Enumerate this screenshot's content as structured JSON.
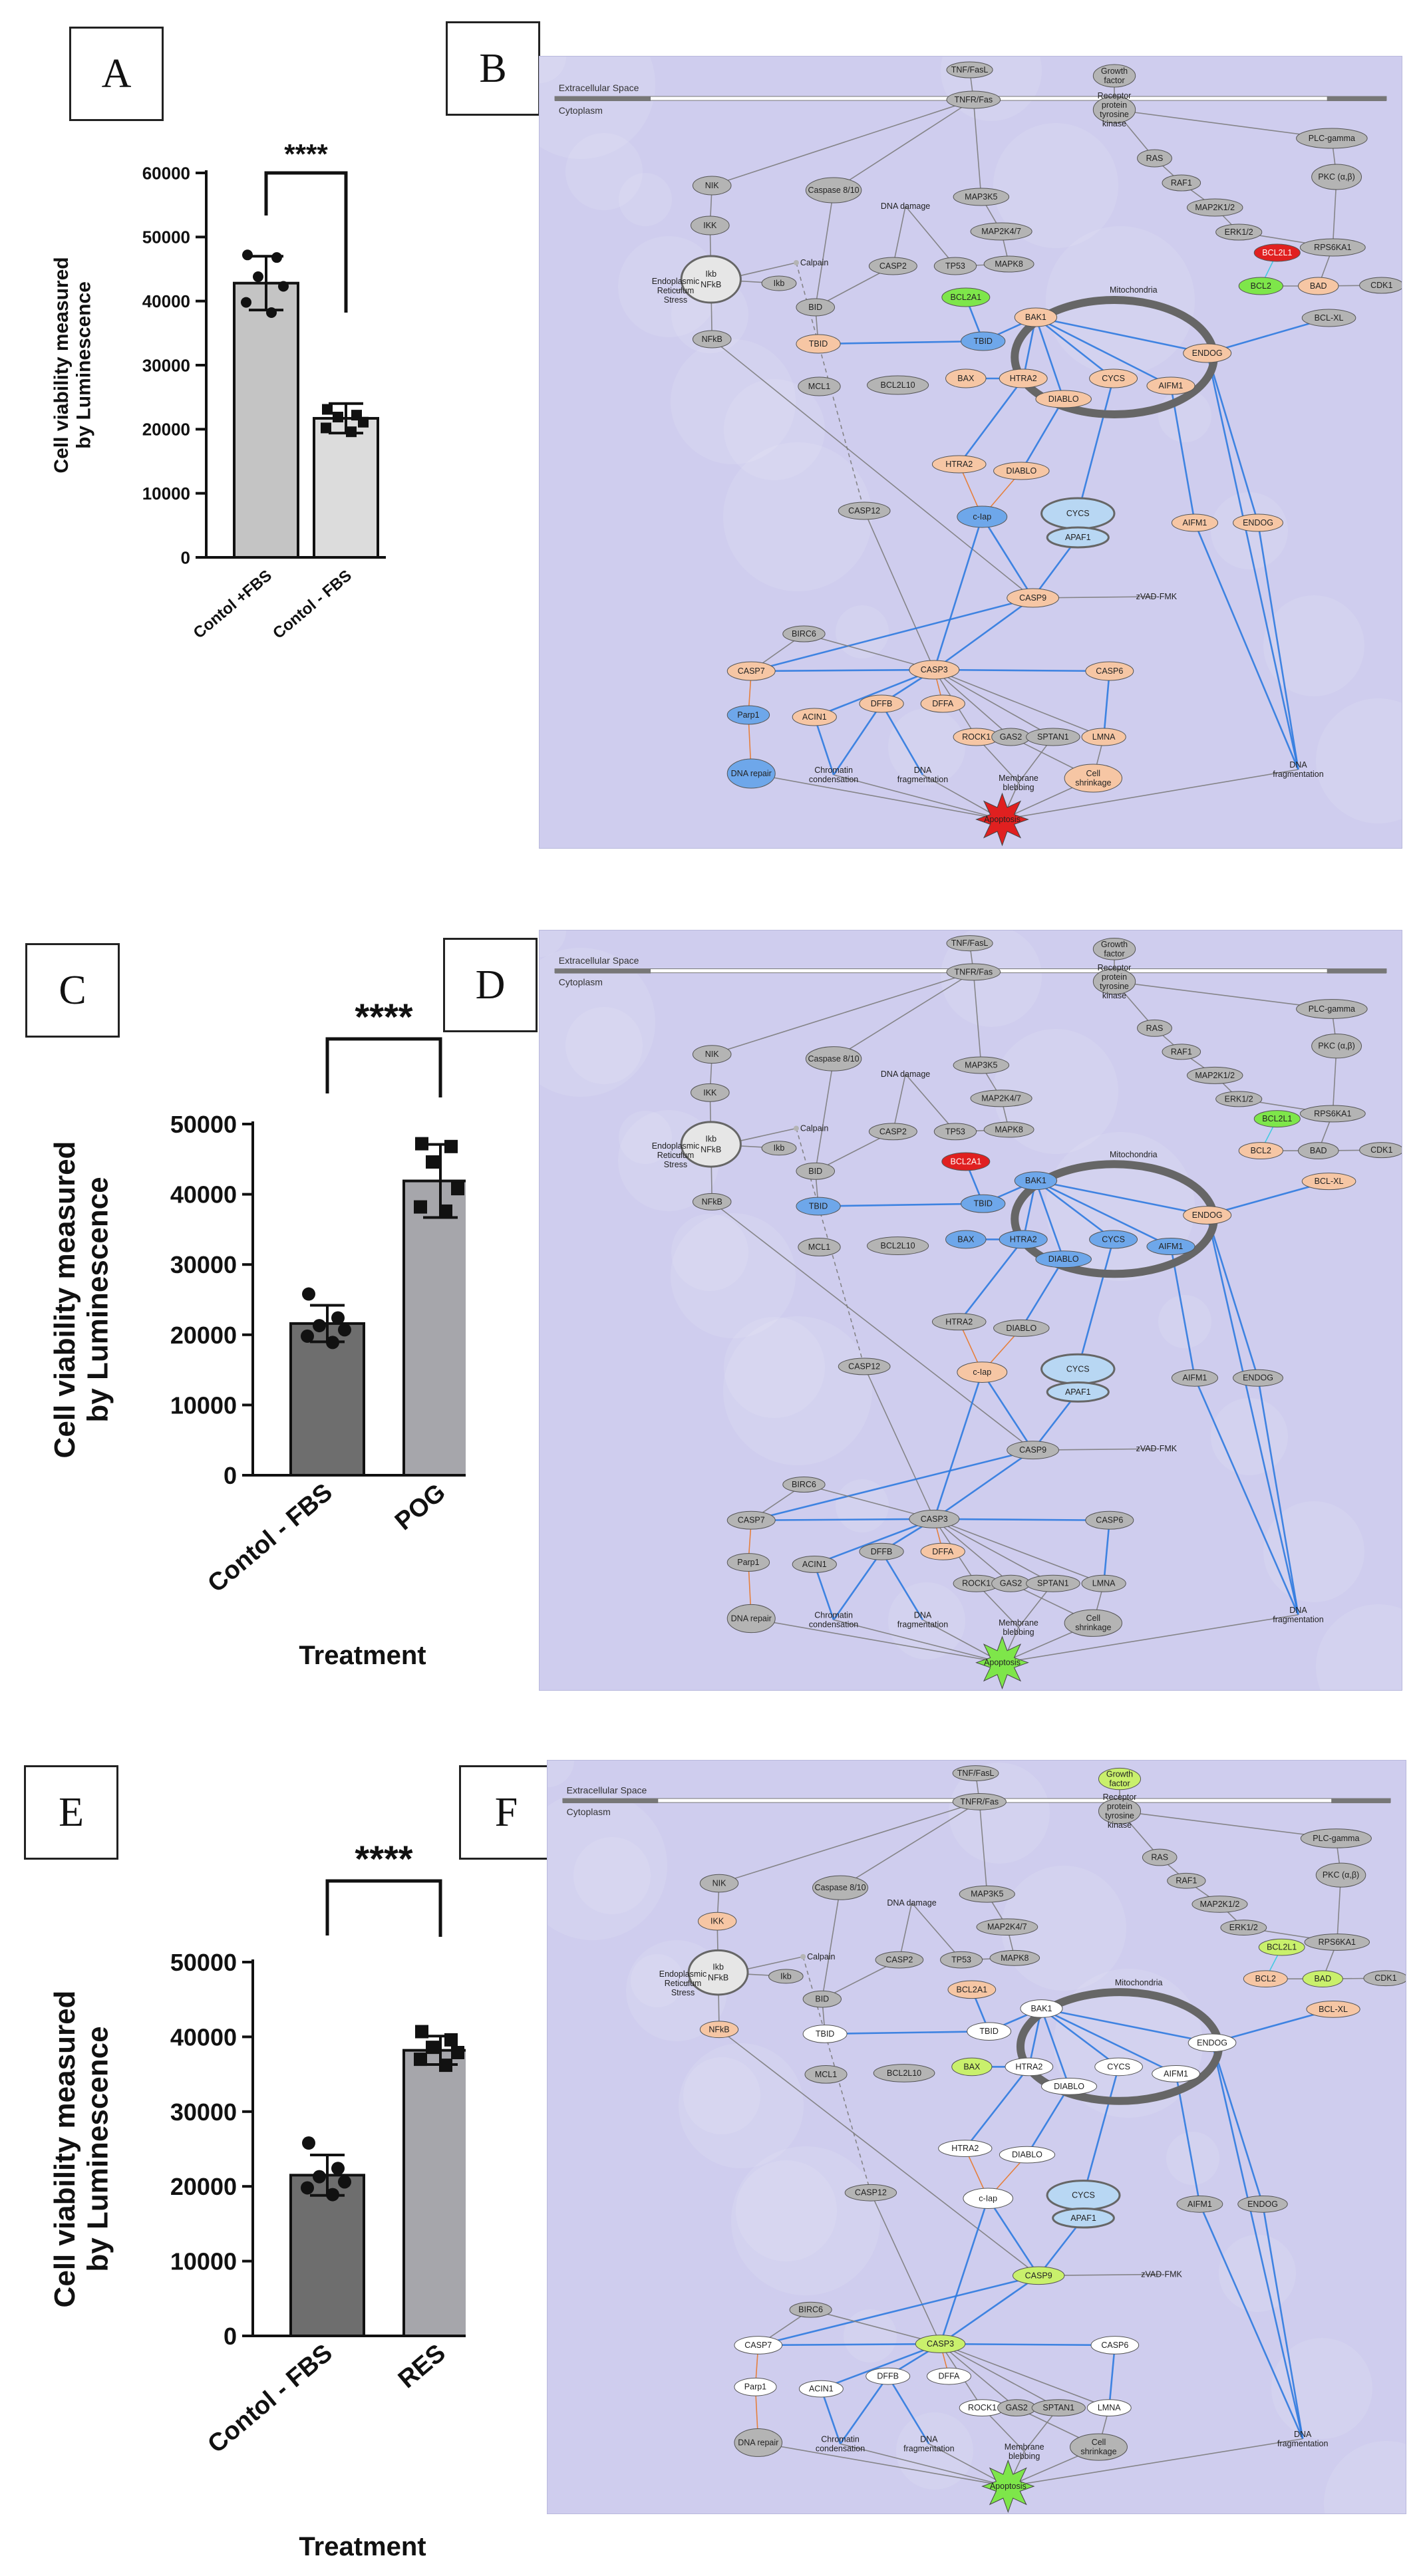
{
  "panels": {
    "A": "A",
    "B": "B",
    "C": "C",
    "D": "D",
    "E": "E",
    "F": "F"
  },
  "chart_data": [
    {
      "id": "A",
      "type": "bar",
      "ylabel": "Cell viability measured by Luminescence",
      "ylabel_lines": [
        "Cell viability measured",
        "by Luminescence"
      ],
      "xlabel": "",
      "ylim": [
        0,
        60000
      ],
      "yticks": [
        0,
        10000,
        20000,
        30000,
        40000,
        50000,
        60000
      ],
      "categories": [
        "Contol +FBS",
        "Contol - FBS"
      ],
      "values": [
        42800,
        21700
      ],
      "errors": [
        4200,
        2300
      ],
      "points": [
        [
          47200,
          46800,
          43800,
          42300,
          39800,
          38200
        ],
        [
          23100,
          22200,
          21900,
          21100,
          20200,
          19600
        ]
      ],
      "significance": "****",
      "colors": [
        "#c4c4c4",
        "#dcdcdc"
      ]
    },
    {
      "id": "C",
      "type": "bar",
      "ylabel": "Cell viability measured by Luminescence",
      "ylabel_lines": [
        "Cell viability measured",
        "by Luminescence"
      ],
      "xlabel": "Treatment",
      "ylim": [
        0,
        50000
      ],
      "yticks": [
        0,
        10000,
        20000,
        30000,
        40000,
        50000
      ],
      "categories": [
        "Contol - FBS",
        "POG"
      ],
      "values": [
        21600,
        41900
      ],
      "errors": [
        2600,
        5200
      ],
      "points": [
        [
          25800,
          22400,
          21300,
          20700,
          19800,
          18900
        ],
        [
          47200,
          46800,
          44600,
          40800,
          38200,
          37600
        ]
      ],
      "significance": "****",
      "colors": [
        "#6e6e6e",
        "#a6a6ab"
      ]
    },
    {
      "id": "E",
      "type": "bar",
      "ylabel": "Cell viability measured by Luminescence",
      "ylabel_lines": [
        "Cell viability measured",
        "by Luminescence"
      ],
      "xlabel": "Treatment",
      "ylim": [
        0,
        50000
      ],
      "yticks": [
        0,
        10000,
        20000,
        30000,
        40000,
        50000
      ],
      "categories": [
        "Contol - FBS",
        "RES"
      ],
      "values": [
        21500,
        38200
      ],
      "errors": [
        2700,
        1900
      ],
      "points": [
        [
          25800,
          22400,
          21300,
          20600,
          19800,
          18900
        ],
        [
          40700,
          39600,
          38600,
          37900,
          37000,
          36200
        ]
      ],
      "significance": "****",
      "colors": [
        "#6e6e6e",
        "#a6a6ab"
      ]
    }
  ],
  "pathway": {
    "extracellular_label": "Extracellular Space",
    "cytoplasm_label": "Cytoplasm",
    "nodes": {
      "tnf": "TNF/FasL",
      "tnfr": "TNFR/Fas",
      "gf": "Growth factor",
      "rtk": "Receptor protein tyrosine kinase",
      "plc": "PLC-gamma",
      "pkc": "PKC (α,β)",
      "ras": "RAS",
      "raf1": "RAF1",
      "mek": "MAP2K1/2",
      "erk": "ERK1/2",
      "rps": "RPS6KA1",
      "cdk1": "CDK1",
      "bad": "BAD",
      "bclxl": "BCL-XL",
      "bcl2": "BCL2",
      "bcl2l1": "BCL2L1",
      "nik": "NIK",
      "ikk": "IKK",
      "nfkbc": "Ikb NFkB",
      "ikb": "Ikb",
      "nfkb": "NFkB",
      "casp810": "Caspase 8/10",
      "dnadmg": "DNA damage",
      "map3k5": "MAP3K5",
      "map2k47": "MAP2K4/7",
      "mapk8": "MAPK8",
      "casp2": "CASP2",
      "tp53": "TP53",
      "bcl2a1": "BCL2A1",
      "bid": "BID",
      "tbid1": "TBID",
      "tbid2": "TBID",
      "bak1": "BAK1",
      "bax": "BAX",
      "mcl1": "MCL1",
      "bcl2l10": "BCL2L10",
      "mito": "Mitochondria",
      "htra2a": "HTRA2",
      "diabloa": "DIABLO",
      "cycsa": "CYCS",
      "aifm1a": "AIFM1",
      "endoga": "ENDOG",
      "er": "Endoplasmic Reticulum Stress",
      "calpain": "Calpain",
      "casp12": "CASP12",
      "htra2b": "HTRA2",
      "ciap": "c-Iap",
      "diablob": "DIABLO",
      "cycsb": "CYCS",
      "apaf1": "APAF1",
      "aifm1b": "AIFM1",
      "endogb": "ENDOG",
      "casp9": "CASP9",
      "zvad": "zVAD-FMK",
      "birc6": "BIRC6",
      "casp7": "CASP7",
      "casp3": "CASP3",
      "casp6": "CASP6",
      "parp1": "Parp1",
      "acin1": "ACIN1",
      "dffb": "DFFB",
      "dffa": "DFFA",
      "rock1": "ROCK1",
      "gas2": "GAS2",
      "sptan1": "SPTAN1",
      "lmna": "LMNA",
      "dnarep": "DNA repair",
      "chrom": "Chromatin condensation",
      "dnafr1": "DNA fragmentation",
      "memb": "Membrane blebbing",
      "cellsh": "Cell shrinkage",
      "dnafr2": "DNA fragmentation",
      "apop": "Apoptosis"
    },
    "colors": {
      "background": "#cfcdee",
      "red": "#e02020",
      "green": "#7ee64a",
      "light_green": "#c9f06c",
      "orange": "#f6c6a4",
      "blue": "#6ea7ea",
      "light_blue": "#b8d7f3",
      "gray": "#b4b4b4",
      "white": "#ffffff",
      "edge_blue": "#2f7be0",
      "edge_orange": "#e8782a",
      "edge_gray": "#7d7d7d",
      "mito": "#666666"
    },
    "highlights": {
      "B": {
        "bcl2a1": "green",
        "bcl2l1": "red",
        "bcl2": "green",
        "tbid1": "orange",
        "tbid2": "blue",
        "bak1": "orange",
        "bax": "orange",
        "htra2a": "orange",
        "diabloa": "orange",
        "cycsa": "orange",
        "aifm1a": "orange",
        "endoga": "orange",
        "htra2b": "orange",
        "diablob": "orange",
        "ciap": "blue",
        "cycsb": "light_blue",
        "apaf1": "light_blue",
        "aifm1b": "orange",
        "endogb": "orange",
        "casp9": "orange",
        "casp7": "orange",
        "casp3": "orange",
        "casp6": "orange",
        "parp1": "blue",
        "acin1": "orange",
        "dffb": "orange",
        "dffa": "orange",
        "rock1": "orange",
        "lmna": "orange",
        "dnarep": "blue",
        "cellsh": "orange",
        "bad": "orange",
        "bclxl": "gray",
        "apop": "red"
      },
      "D": {
        "bcl2a1": "red",
        "bcl2l1": "green",
        "bcl2": "orange",
        "tbid1": "blue",
        "tbid2": "blue",
        "bak1": "blue",
        "bax": "blue",
        "htra2a": "blue",
        "diabloa": "blue",
        "cycsa": "blue",
        "aifm1a": "blue",
        "endoga": "orange",
        "htra2b": "gray",
        "diablob": "gray",
        "ciap": "orange",
        "cycsb": "light_blue",
        "apaf1": "light_blue",
        "casp9": "gray",
        "casp7": "gray",
        "casp3": "gray",
        "casp6": "gray",
        "parp1": "gray",
        "acin1": "gray",
        "dffb": "gray",
        "dffa": "orange",
        "bad": "gray",
        "bclxl": "orange",
        "apop": "green"
      },
      "F": {
        "gf": "light_green",
        "ikk": "orange",
        "nfkb": "orange",
        "bcl2a1": "orange",
        "bcl2l1": "light_green",
        "bcl2": "orange",
        "bad": "light_green",
        "bclxl": "orange",
        "tbid1": "white",
        "tbid2": "white",
        "bak1": "white",
        "bax": "light_green",
        "htra2a": "white",
        "diabloa": "white",
        "cycsa": "white",
        "aifm1a": "white",
        "endoga": "white",
        "htra2b": "white",
        "diablob": "white",
        "ciap": "white",
        "cycsb": "light_blue",
        "apaf1": "light_blue",
        "casp9": "light_green",
        "casp3": "light_green",
        "casp7": "white",
        "casp6": "white",
        "parp1": "white",
        "acin1": "white",
        "dffb": "white",
        "dffa": "white",
        "rock1": "white",
        "lmna": "white",
        "apop": "green"
      }
    }
  }
}
